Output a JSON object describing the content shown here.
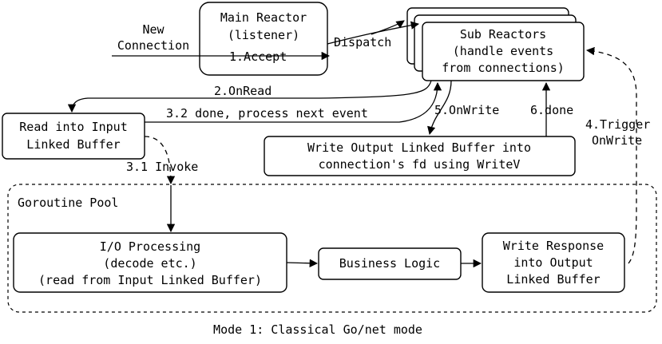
{
  "boxes": {
    "main_reactor": [
      "Main Reactor",
      "(listener)"
    ],
    "sub_reactors": [
      "Sub Reactors",
      "(handle events",
      "from connections)"
    ],
    "read_input": [
      "Read into Input",
      "Linked Buffer"
    ],
    "write_output": [
      "Write Output Linked Buffer into",
      "connection's fd using WriteV"
    ],
    "io_processing": [
      "I/O Processing",
      "(decode etc.)",
      "(read from Input Linked Buffer)"
    ],
    "business_logic": [
      "Business Logic"
    ],
    "write_response": [
      "Write Response",
      "into Output",
      "Linked Buffer"
    ]
  },
  "labels": {
    "new_connection": [
      "New",
      "Connection"
    ],
    "accept": "1.Accept",
    "dispatch": "Dispatch",
    "on_read": "2.OnRead",
    "done_next": "3.2 done, process next event",
    "on_write": "5.OnWrite",
    "done6": "6.done",
    "trigger": [
      "4.Trigger",
      "OnWrite"
    ],
    "invoke": "3.1 Invoke",
    "goroutine_pool": "Goroutine Pool"
  },
  "caption": "Mode 1: Classical Go/net mode"
}
